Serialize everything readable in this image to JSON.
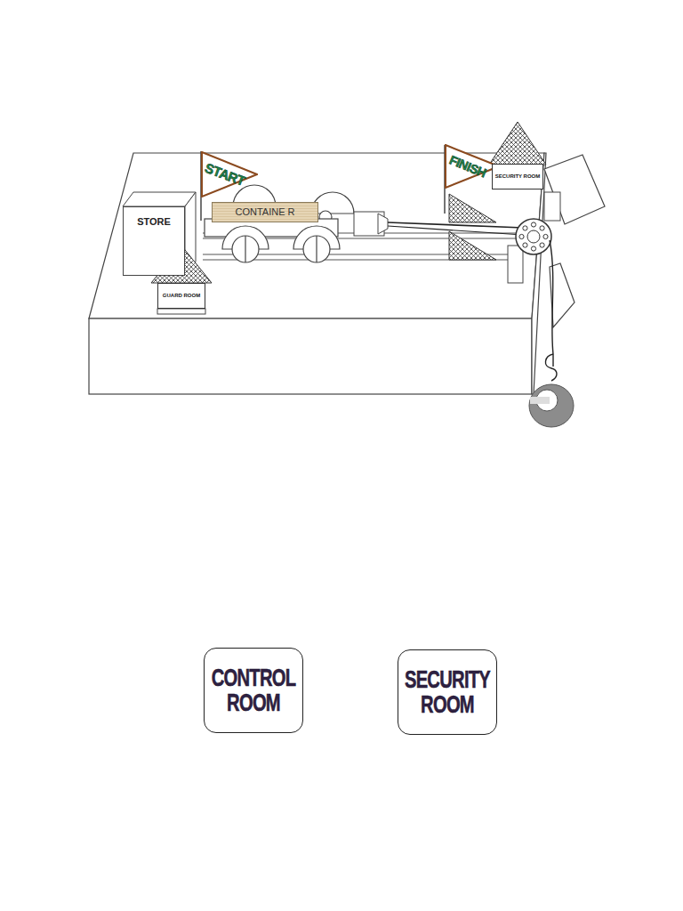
{
  "diagram": {
    "nodes": [
      {
        "text": [
          "START"
        ]
      },
      {
        "text": [
          "FINISH"
        ]
      },
      {
        "text": [
          "SECURITY ROOM"
        ]
      },
      {
        "text": [
          "STORE"
        ]
      },
      {
        "text": [
          "CONTAINE R"
        ]
      },
      {
        "text": [
          "GUARD ROOM"
        ]
      },
      {
        "text": [
          "CONTROL ROOM"
        ]
      },
      {
        "text": [
          "SECURITY ROOM"
        ]
      }
    ]
  }
}
